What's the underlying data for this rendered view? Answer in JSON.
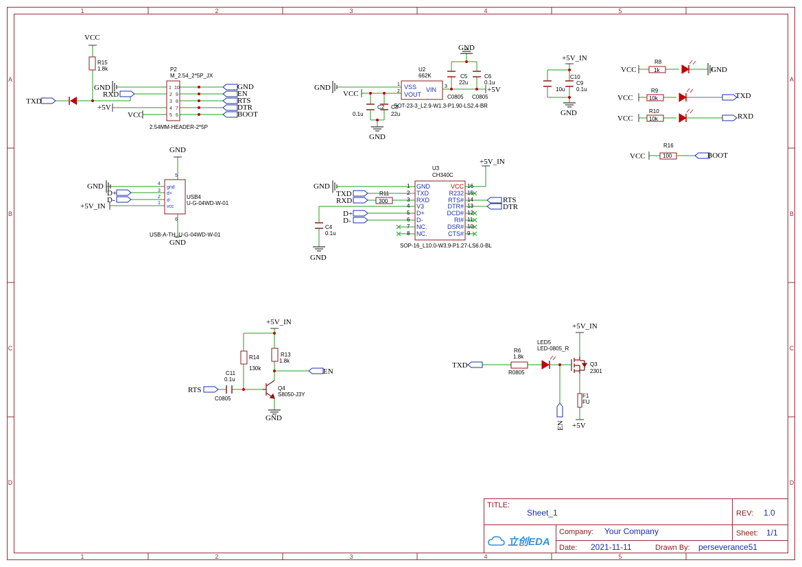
{
  "frame": {
    "cols": [
      "1",
      "2",
      "3",
      "4",
      "5"
    ],
    "rows": [
      "A",
      "B",
      "C",
      "D"
    ]
  },
  "title_block": {
    "title_label": "TITLE:",
    "title": "Sheet_1",
    "rev_label": "REV:",
    "rev": "1.0",
    "company_label": "Company:",
    "company": "Your Company",
    "sheet_label": "Sheet:",
    "sheet": "1/1",
    "date_label": "Date:",
    "date": "2021-11-11",
    "drawn_label": "Drawn By:",
    "drawn_by": "perseverance51",
    "logo": "立创EDA"
  },
  "nets": {
    "vcc": "VCC",
    "gnd": "GND",
    "v5": "+5V",
    "v5in": "+5V_IN",
    "txd": "TXD",
    "rxd": "RXD",
    "en": "EN",
    "rts": "RTS",
    "dtr": "DTR",
    "boot": "BOOT",
    "dplus": "D+",
    "dminus": "D-"
  },
  "p2": {
    "ref": "P2",
    "value": "M_2.54_2*5P_JX",
    "footprint": "2.54MM-HEADER-2*5P",
    "pins": [
      "1",
      "10",
      "2",
      "9",
      "3",
      "8",
      "4",
      "7",
      "5",
      "6"
    ]
  },
  "r15": {
    "ref": "R15",
    "value": "1.8k"
  },
  "usb4": {
    "ref": "USB4",
    "value": "U-G-04WD-W-01",
    "footprint": "USB-A-TH_U-G-04WD-W-01",
    "pins": [
      "4",
      "3",
      "2",
      "1",
      "5",
      "6"
    ],
    "pin_names": [
      "gnd",
      "d+",
      "d-",
      "vcc"
    ]
  },
  "u2": {
    "ref": "U2",
    "value": "662K",
    "footprint": "SOT-23-3_L2.9-W1.3-P1.90-LS2.4-BR",
    "pins": [
      "1",
      "2",
      "3"
    ],
    "pin_names": [
      "VSS",
      "VOUT",
      "VIN"
    ]
  },
  "c5": {
    "ref": "C5",
    "value": "22u",
    "footprint": "C0805"
  },
  "c6": {
    "ref": "C6",
    "value": "0.1u",
    "footprint": "C0805"
  },
  "c2": {
    "ref": "C2",
    "value": "22u"
  },
  "c3": {
    "ref": "C3",
    "value": "0.1u"
  },
  "c10": {
    "ref": "C10",
    "value": "10u"
  },
  "c9": {
    "ref": "C9",
    "value": "0.1u"
  },
  "r8": {
    "ref": "R8",
    "value": "1k"
  },
  "r9": {
    "ref": "R9",
    "value": "10k"
  },
  "r10": {
    "ref": "R10",
    "value": "10k"
  },
  "r16": {
    "ref": "R16",
    "value": "100"
  },
  "u3": {
    "ref": "U3",
    "value": "CH340C",
    "footprint": "SOP-16_L10.0-W3.9-P1.27-LS6.0-BL",
    "left_pins": [
      "1",
      "2",
      "3",
      "4",
      "5",
      "6",
      "7",
      "8"
    ],
    "left_names": [
      "GND",
      "TXD",
      "RXD",
      "V3",
      "D+",
      "D-",
      "NC.",
      "NC."
    ],
    "right_pins": [
      "16",
      "15",
      "14",
      "13",
      "12",
      "11",
      "10",
      "9"
    ],
    "right_names": [
      "VCC",
      "R232",
      "RTS#",
      "DTR#",
      "DCD#",
      "RI#",
      "DSR#",
      "CTS#"
    ]
  },
  "r11": {
    "ref": "R11",
    "value": "300"
  },
  "c4": {
    "ref": "C4",
    "value": "0.1u"
  },
  "r14": {
    "ref": "R14",
    "value": "130k"
  },
  "r13": {
    "ref": "R13",
    "value": "1.8k"
  },
  "c11": {
    "ref": "C11",
    "value": "0.1u",
    "footprint": "C0805"
  },
  "q4": {
    "ref": "Q4",
    "value": "S8050-J3Y"
  },
  "r6": {
    "ref": "R6",
    "value": "1.8k",
    "footprint": "R0805"
  },
  "led5": {
    "ref": "LED5",
    "value": "LED-0805_R"
  },
  "q3": {
    "ref": "Q3",
    "value": "2301"
  },
  "f1": {
    "ref": "F1",
    "value": "FU"
  },
  "colors": {
    "frame": "#9b2a3a",
    "wire": "#239b23",
    "part": "#8b1a1a",
    "pin": "#8b1a1a",
    "net_text": "#000000",
    "port": "#1a2eb0",
    "junction": "#c00000",
    "nc": "#2fb52f",
    "tb_text": "#1a2eb0"
  }
}
